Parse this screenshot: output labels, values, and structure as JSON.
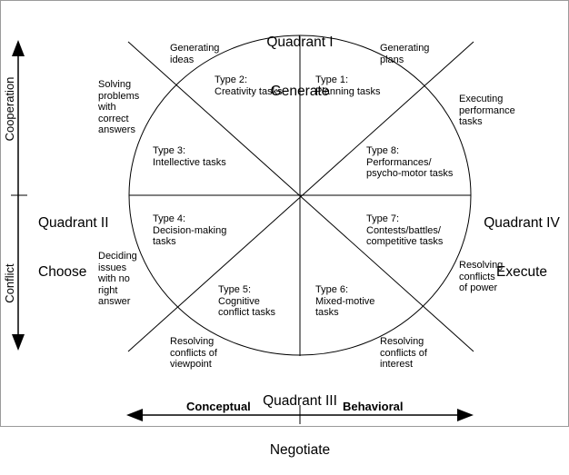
{
  "quadrants": {
    "q1": {
      "name": "Quadrant I",
      "verb": "Generate"
    },
    "q2": {
      "name": "Quadrant II",
      "verb": "Choose"
    },
    "q3": {
      "name": "Quadrant III",
      "verb": "Negotiate"
    },
    "q4": {
      "name": "Quadrant IV",
      "verb": "Execute"
    }
  },
  "types": {
    "t1": "Type 1:\nPlanning tasks",
    "t2": "Type 2:\nCreativity tasks",
    "t3": "Type 3:\nIntellective tasks",
    "t4": "Type 4:\nDecision-making\ntasks",
    "t5": "Type 5:\nCognitive\nconflict tasks",
    "t6": "Type 6:\nMixed-motive\ntasks",
    "t7": "Type 7:\nContests/battles/\ncompetitive tasks",
    "t8": "Type 8:\nPerformances/\npsycho-motor tasks"
  },
  "outer": {
    "generating_ideas": "Generating\nideas",
    "generating_plans": "Generating\nplans",
    "solving_problems": "Solving\nproblems\nwith\ncorrect\nanswers",
    "executing": "Executing\nperformance\ntasks",
    "deciding": "Deciding\nissues\nwith no\nright\nanswer",
    "resolving_power": "Resolving\nconflicts\nof power",
    "resolving_viewpoint": "Resolving\nconflicts of\nviewpoint",
    "resolving_interest": "Resolving\nconflicts of\ninterest"
  },
  "axes": {
    "cooperation": "Cooperation",
    "conflict": "Conflict",
    "conceptual": "Conceptual",
    "behavioral": "Behavioral"
  }
}
